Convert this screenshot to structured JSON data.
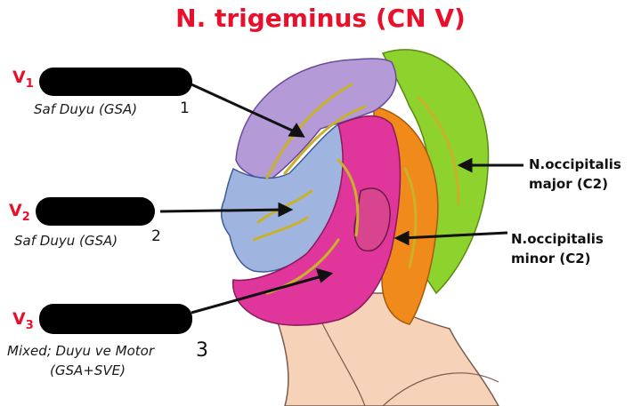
{
  "title": "N. trigeminus (CN V)",
  "branches": [
    {
      "prefix": "V",
      "sub": "1",
      "desc": "Saf Duyu (GSA)",
      "mark": "1"
    },
    {
      "prefix": "V",
      "sub": "2",
      "desc": "Saf Duyu (GSA)",
      "mark": "2"
    },
    {
      "prefix": "V",
      "sub": "3",
      "desc": "Mixed; Duyu ve Motor",
      "desc2": "(GSA+SVE)",
      "mark": "3"
    }
  ],
  "right_labels": [
    {
      "line1": "N.occipitalis",
      "line2": "major (C2)"
    },
    {
      "line1": "N.occipitalis",
      "line2": "minor (C2)"
    }
  ],
  "colors": {
    "title": "#e8102a",
    "v1_region": "#b49ad6",
    "v2_region": "#9fb5e0",
    "v3_region": "#e0359a",
    "cervical_region": "#d9448f",
    "occipital_major": "#8ed22e",
    "occipital_minor": "#f08a1a",
    "neck_skin": "#f6d2b8",
    "nerve": "#c9b22a",
    "redaction": "#000000"
  }
}
